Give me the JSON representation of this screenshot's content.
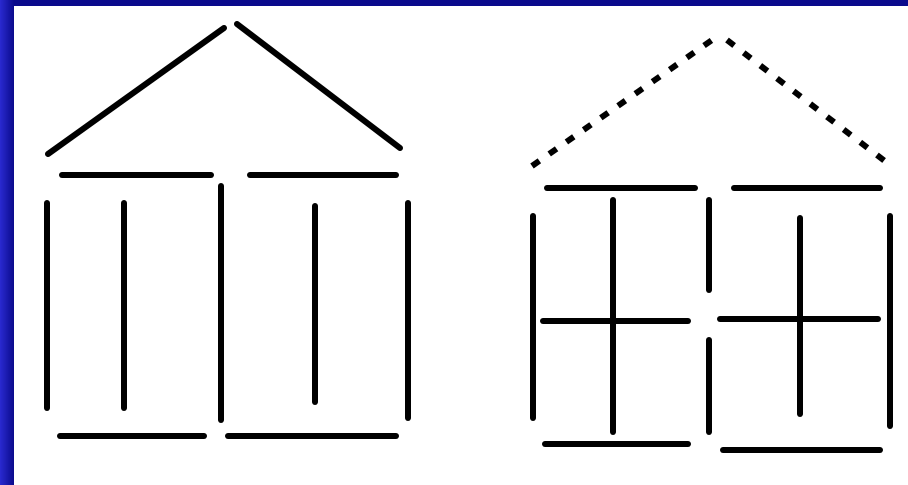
{
  "figures": [
    {
      "name": "house-left",
      "roof_style": "solid"
    },
    {
      "name": "house-right",
      "roof_style": "dashed"
    }
  ],
  "colors": {
    "frame": "#0a0a8c",
    "background": "#ffffff",
    "matchstick": "#000000"
  }
}
